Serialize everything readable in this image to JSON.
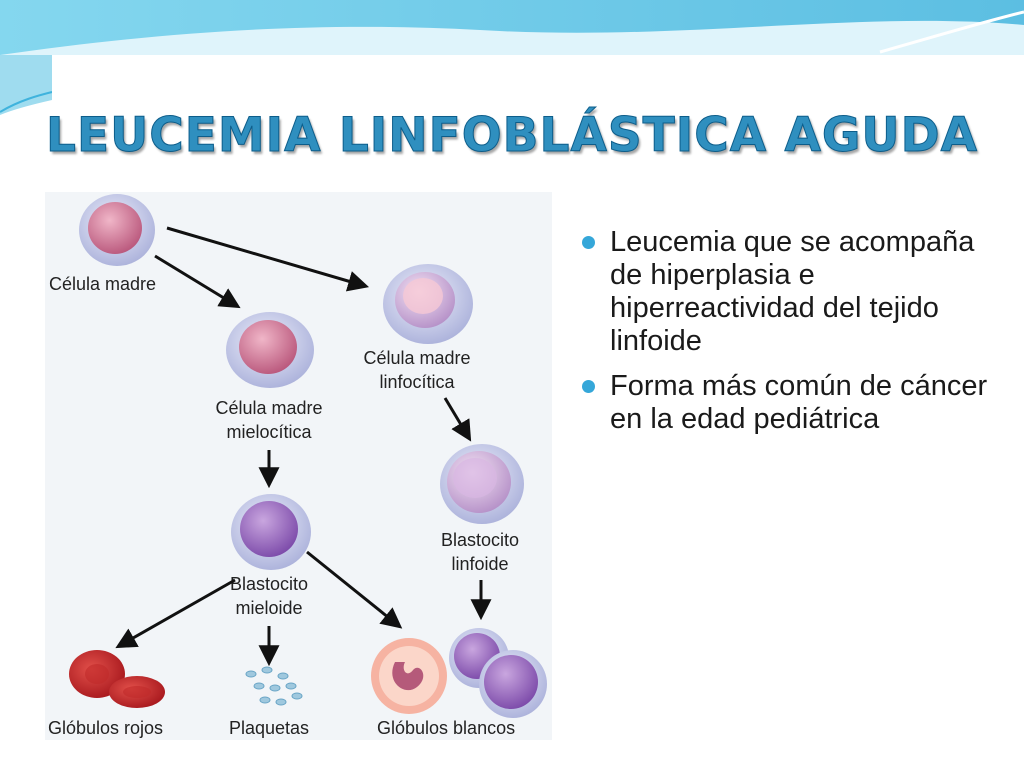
{
  "slide": {
    "title": "LEUCEMIA LINFOBLÁSTICA AGUDA",
    "bullets": [
      "Leucemia que se acompaña de hiperplasia e hiperreactividad del tejido linfoide",
      "Forma más común de cáncer en la edad pediátrica"
    ]
  },
  "diagram": {
    "labels": {
      "stem_cell": "Célula madre",
      "myeloid_stem_1": "Célula madre",
      "myeloid_stem_2": "mielocítica",
      "lymphoid_stem_1": "Célula madre",
      "lymphoid_stem_2": "linfocítica",
      "myeloblast_1": "Blastocito",
      "myeloblast_2": "mieloide",
      "lymphoblast_1": "Blastocito",
      "lymphoblast_2": "linfoide",
      "red_cells": "Glóbulos rojos",
      "platelets": "Plaquetas",
      "white_cells": "Glóbulos blancos"
    }
  },
  "colors": {
    "title": "#2f8fbf",
    "bullet": "#35a7d9",
    "wave": "#5cc6e6"
  }
}
